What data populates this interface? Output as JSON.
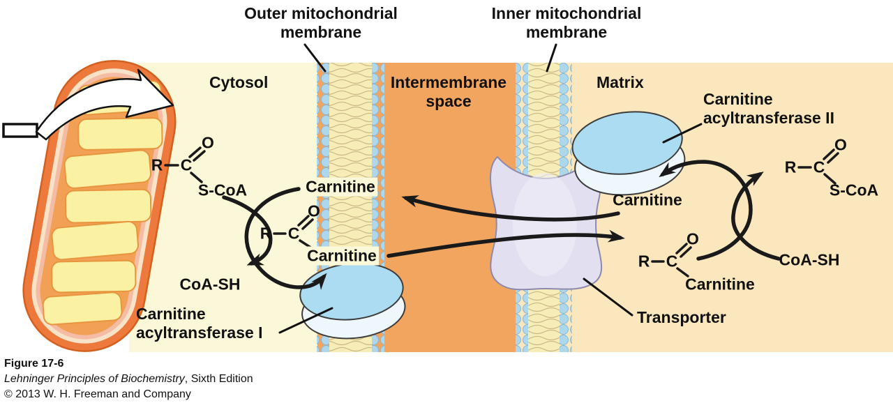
{
  "colors": {
    "cytosol_bg": "#FAF8D8",
    "intermembrane_bg": "#F2A55E",
    "matrix_bg": "#FAE7BD",
    "membrane_fill": "#F7EDB6",
    "lipid_head": "#AFD7EC",
    "enzyme_fill": "#ABDCF2",
    "transporter_fill": "#E2DFF0",
    "arrow_color": "#1A1A1A"
  },
  "top_labels": {
    "outer_membrane_line1": "Outer mitochondrial",
    "outer_membrane_line2": "membrane",
    "inner_membrane_line1": "Inner mitochondrial",
    "inner_membrane_line2": "membrane"
  },
  "regions": {
    "cytosol": "Cytosol",
    "intermembrane_line1": "Intermembrane",
    "intermembrane_line2": "space",
    "matrix": "Matrix"
  },
  "labels": {
    "cat1_line1": "Carnitine",
    "cat1_line2": "acyltransferase I",
    "cat2_line1": "Carnitine",
    "cat2_line2": "acyltransferase II",
    "transporter": "Transporter"
  },
  "molecule": {
    "r": "R",
    "c": "C",
    "o": "O",
    "s_coa": "S-CoA",
    "coa_sh": "CoA-SH",
    "carnitine": "Carnitine"
  },
  "caption": {
    "figure": "Figure 17-6",
    "book_title": "Lehninger Principles of Biochemistry",
    "edition": ", Sixth Edition",
    "copyright": "© 2013 W. H. Freeman and Company"
  }
}
